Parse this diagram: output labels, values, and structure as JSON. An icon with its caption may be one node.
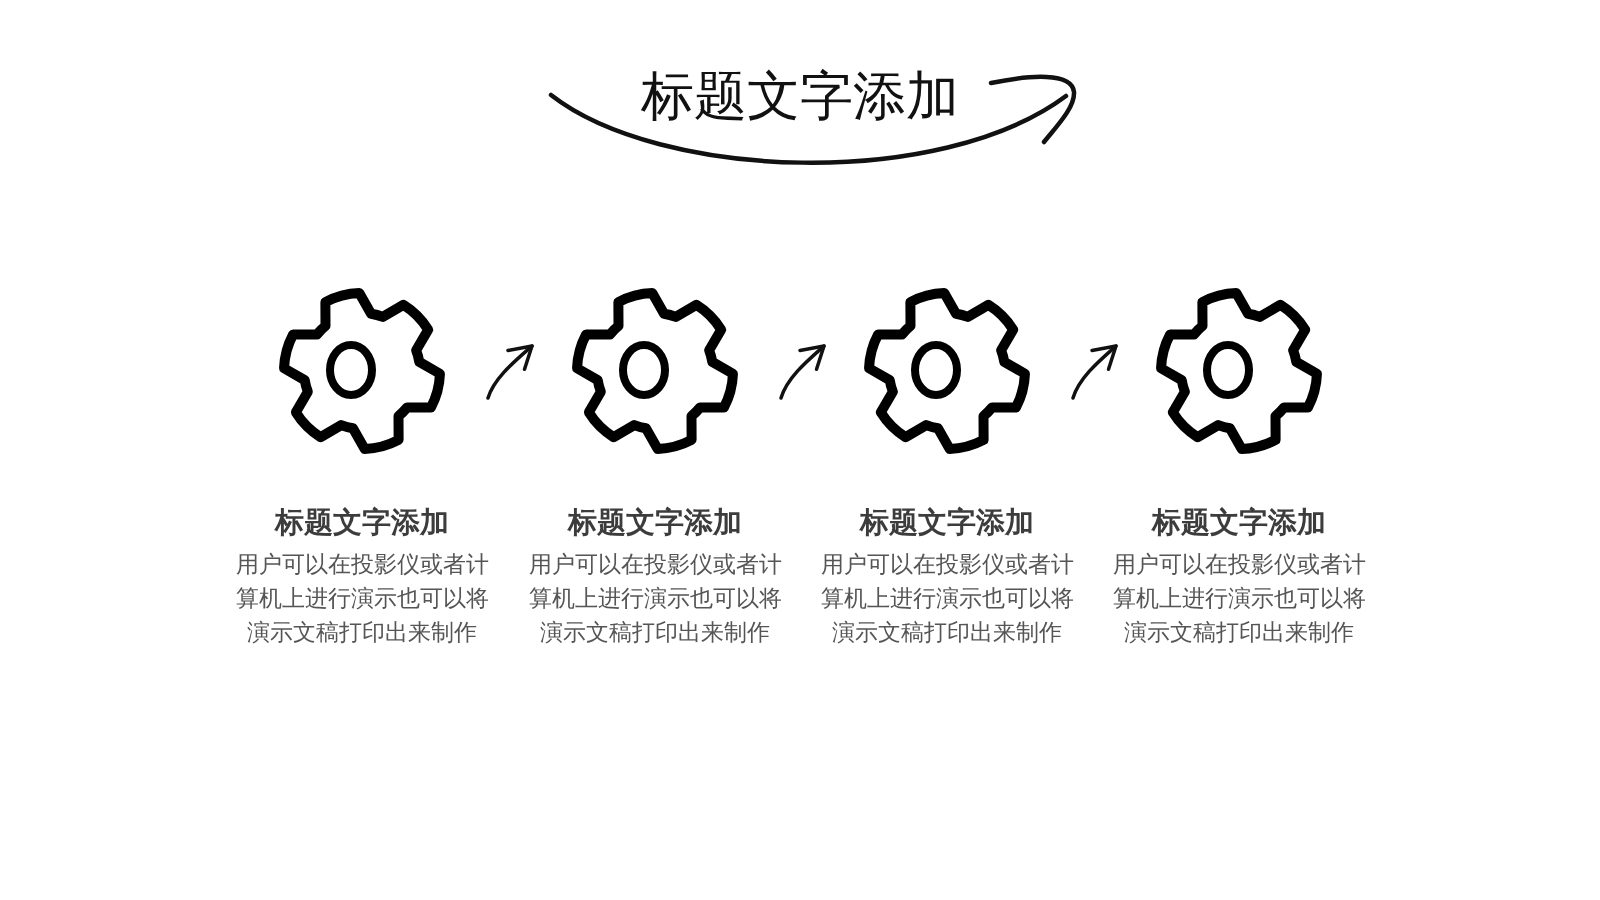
{
  "diagram": {
    "title": "标题文字添加",
    "nodes": [
      {
        "text": [],
        "shape": "gear",
        "beside": [
          "标题文字添加",
          "用户可以在投影仪或者计算机上进行演示也可以将演示文稿打印出来制作"
        ]
      },
      {
        "text": [],
        "shape": "gear",
        "beside": [
          "标题文字添加",
          "用户可以在投影仪或者计算机上进行演示也可以将演示文稿打印出来制作"
        ]
      },
      {
        "text": [],
        "shape": "gear",
        "beside": [
          "标题文字添加",
          "用户可以在投影仪或者计算机上进行演示也可以将演示文稿打印出来制作"
        ]
      },
      {
        "text": [],
        "shape": "gear",
        "beside": [
          "标题文字添加",
          "用户可以在投影仪或者计算机上进行演示也可以将演示文稿打印出来制作"
        ]
      }
    ],
    "edges": [
      {
        "from": 0,
        "to": 1,
        "arrow": "to"
      },
      {
        "from": 1,
        "to": 2,
        "arrow": "to"
      },
      {
        "from": 2,
        "to": 3,
        "arrow": "to"
      }
    ]
  }
}
